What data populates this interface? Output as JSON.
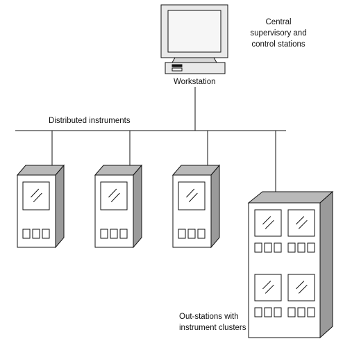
{
  "labels": {
    "central": [
      "Central",
      "supervisory and",
      "control stations"
    ],
    "workstation": "Workstation",
    "distributed": "Distributed instruments",
    "outstations": [
      "Out-stations with",
      "instrument clusters"
    ]
  },
  "colors": {
    "line": "#111111",
    "cabinet_face": "#ffffff",
    "cabinet_top": "#b9b9b9",
    "cabinet_side": "#9a9a9a",
    "monitor_bezel": "#e9e9e9",
    "screen": "#f6f6f6"
  },
  "components": {
    "workstation": {
      "icon": "computer-workstation-icon"
    },
    "instrument": {
      "icon": "instrument-cabinet-icon",
      "count": 3
    },
    "outstation": {
      "icon": "outstation-cluster-icon",
      "count": 1
    }
  }
}
